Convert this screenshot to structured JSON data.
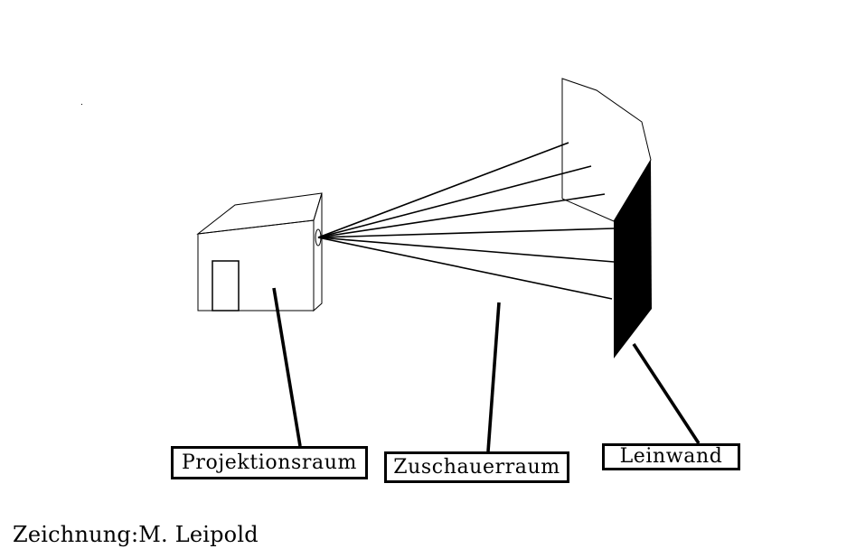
{
  "labels": {
    "projection_room": "Projektionsraum",
    "auditorium": "Zuschauerraum",
    "screen": "Leinwand"
  },
  "credit": "Zeichnung:M. Leipold",
  "colors": {
    "line": "#000000",
    "background": "#ffffff",
    "screen_fill": "#000000"
  }
}
